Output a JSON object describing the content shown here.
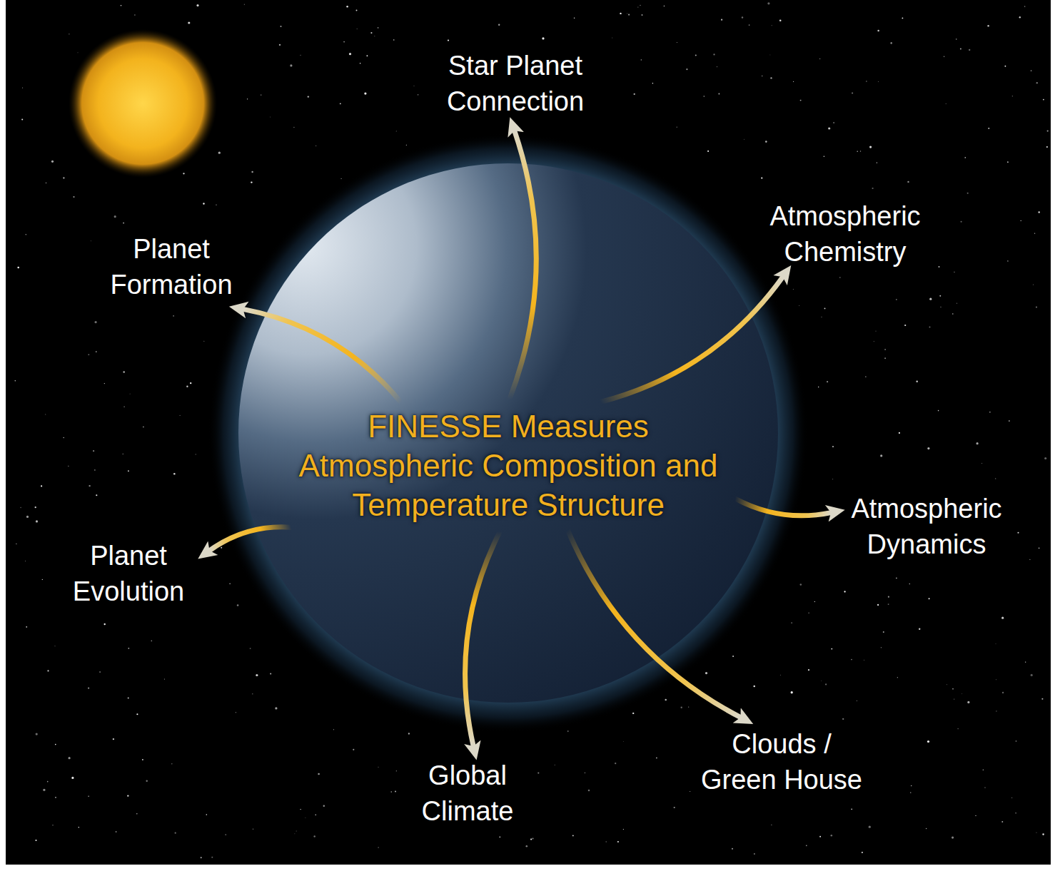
{
  "diagram": {
    "nodes": [
      {
        "text": [
          "FINESSE Measures Atmospheric Composition and Temperature Structure"
        ]
      },
      {
        "text": [
          "Star Planet Connection"
        ]
      },
      {
        "text": [
          "Atmospheric Chemistry"
        ]
      },
      {
        "text": [
          "Atmospheric Dynamics"
        ]
      },
      {
        "text": [
          "Clouds / Green House"
        ]
      },
      {
        "text": [
          "Global Climate"
        ]
      },
      {
        "text": [
          "Planet Evolution"
        ]
      },
      {
        "text": [
          "Planet Formation"
        ]
      }
    ],
    "edges": [
      {
        "from": 0,
        "to": 1,
        "arrow": "to"
      },
      {
        "from": 0,
        "to": 2,
        "arrow": "to"
      },
      {
        "from": 0,
        "to": 3,
        "arrow": "to"
      },
      {
        "from": 0,
        "to": 4,
        "arrow": "to"
      },
      {
        "from": 0,
        "to": 5,
        "arrow": "to"
      },
      {
        "from": 0,
        "to": 6,
        "arrow": "to"
      },
      {
        "from": 0,
        "to": 7,
        "arrow": "to"
      }
    ]
  }
}
